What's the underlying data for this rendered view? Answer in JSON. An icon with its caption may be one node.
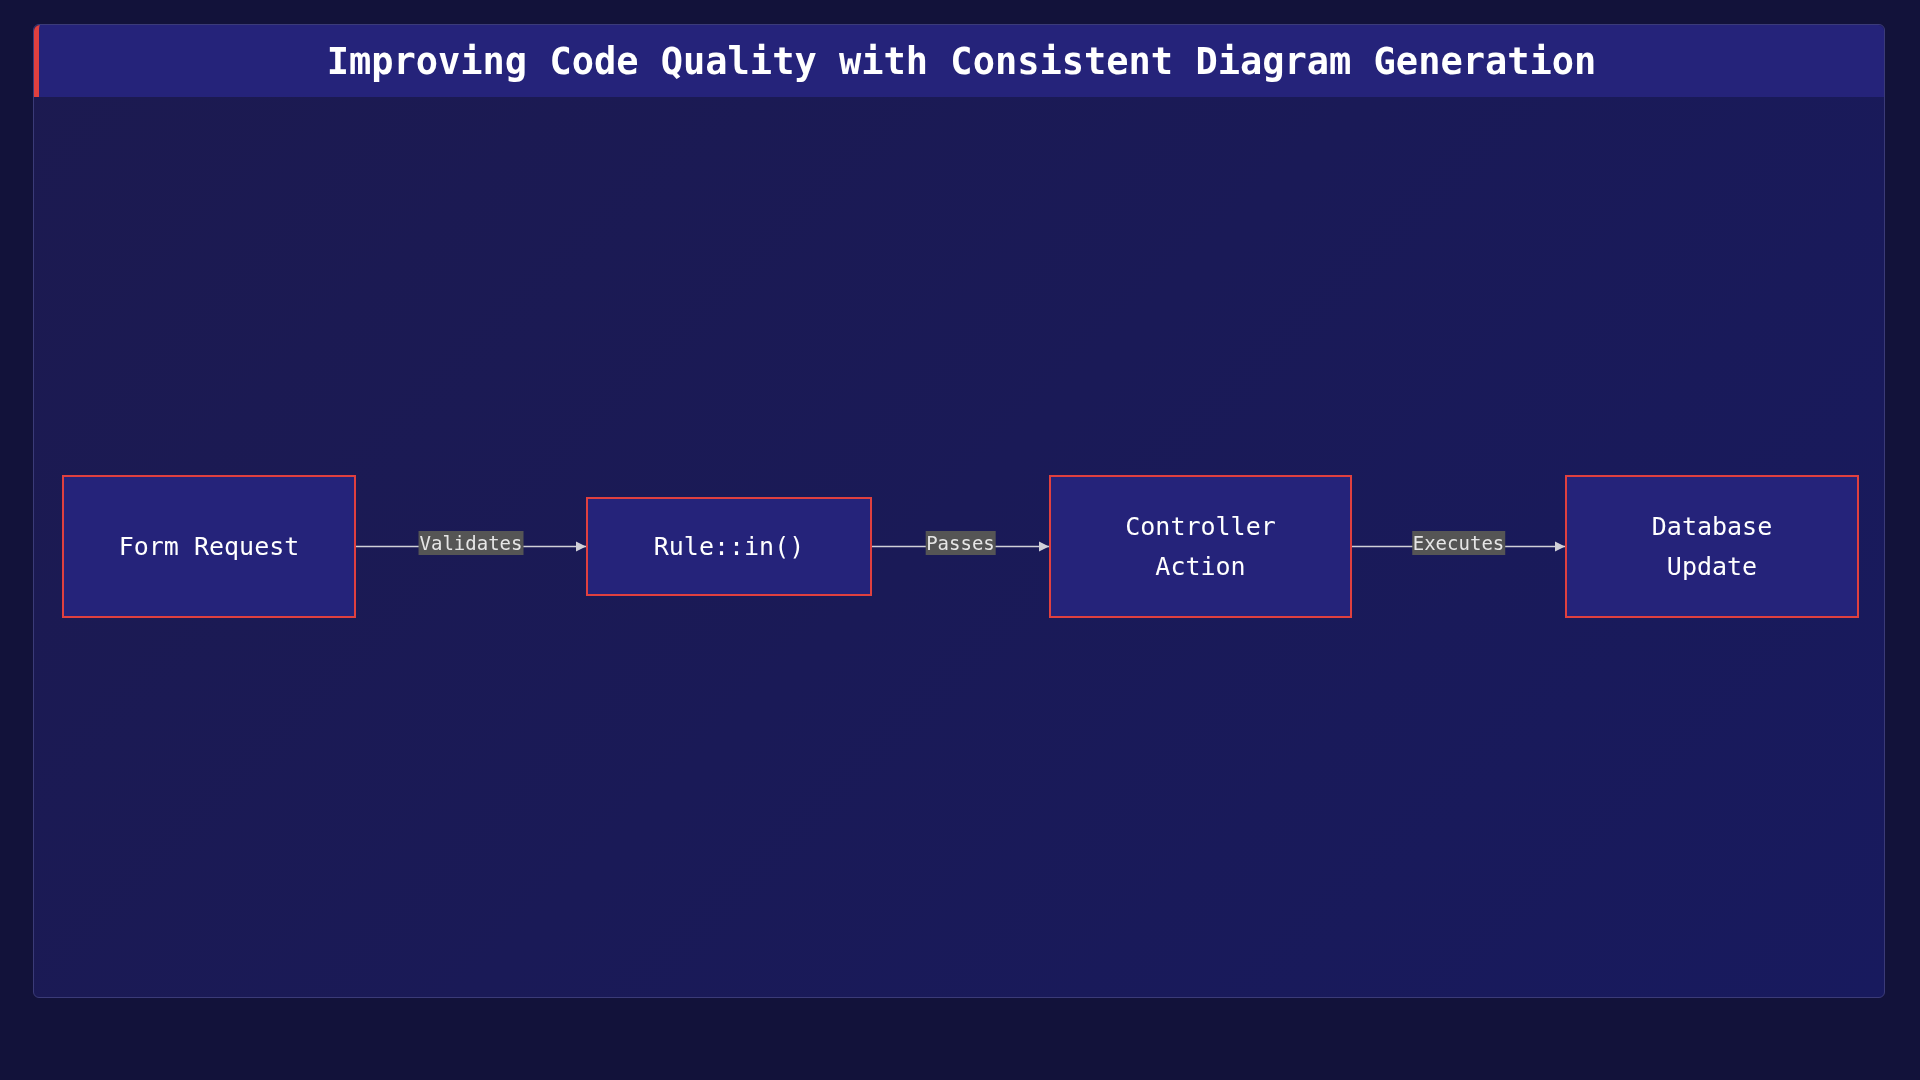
{
  "diagram": {
    "title": "Improving Code Quality with Consistent Diagram Generation",
    "nodes": [
      {
        "text": [
          "Form Request"
        ]
      },
      {
        "text": [
          "Rule::in()"
        ]
      },
      {
        "text": [
          "Controller Action"
        ]
      },
      {
        "text": [
          "Database Update"
        ]
      }
    ],
    "edges": [
      {
        "from": 0,
        "to": 1,
        "arrow": "to",
        "label": "Validates"
      },
      {
        "from": 1,
        "to": 2,
        "arrow": "to",
        "label": "Passes"
      },
      {
        "from": 2,
        "to": 3,
        "arrow": "to",
        "label": "Executes"
      }
    ]
  }
}
